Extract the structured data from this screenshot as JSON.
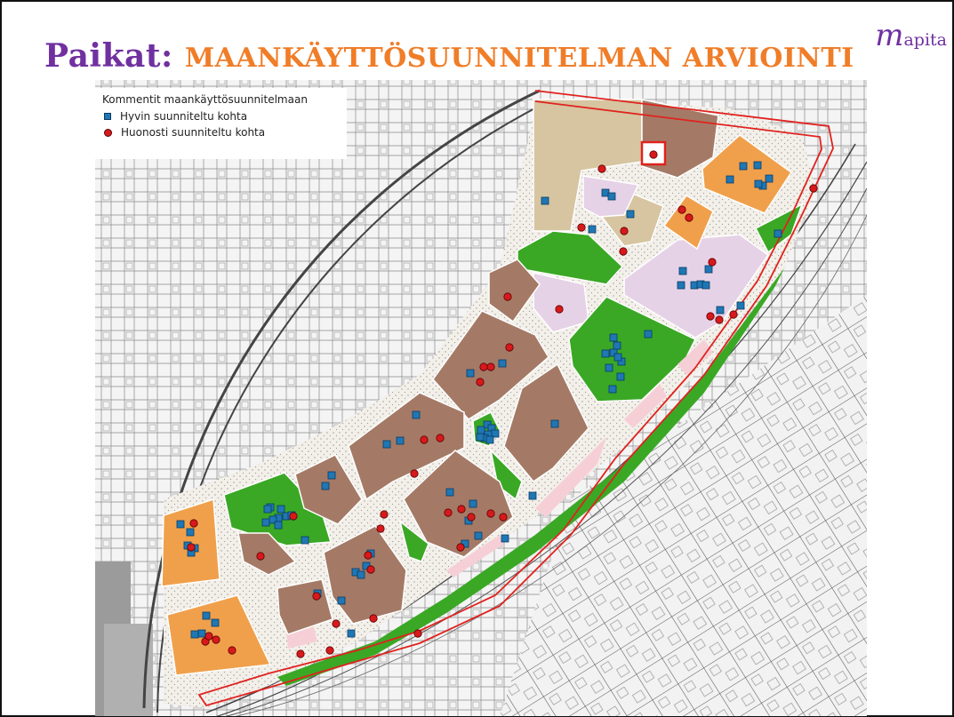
{
  "slide": {
    "title_part1": "Paikat:",
    "title_part2": "MAANKÄYTTÖSUUNNITELMAN ARVIOINTI",
    "logo_initial": "m",
    "logo_rest": "apita"
  },
  "legend": {
    "title": "Kommentit maankäyttösuunnitelmaan",
    "good": "Hyvin suunniteltu kohta",
    "bad": "Huonosti suunniteltu kohta"
  },
  "colors": {
    "purple": "#7030a0",
    "orange": "#f07d28",
    "brown": "#a47a66",
    "green": "#3aa825",
    "lilac": "#e6d2e6",
    "tan": "#d6c5a0",
    "pink": "#f6cfd6",
    "good_marker": "#1f77b4",
    "bad_marker": "#d7191c",
    "boundary": "#e0221e"
  },
  "points_good": [
    [
      611,
      224
    ],
    [
      679,
      215
    ],
    [
      686,
      219
    ],
    [
      664,
      256
    ],
    [
      707,
      239
    ],
    [
      766,
      303
    ],
    [
      764,
      319
    ],
    [
      779,
      319
    ],
    [
      795,
      301
    ],
    [
      786,
      318
    ],
    [
      792,
      319
    ],
    [
      808,
      347
    ],
    [
      831,
      342
    ],
    [
      819,
      200
    ],
    [
      834,
      185
    ],
    [
      850,
      184
    ],
    [
      856,
      207
    ],
    [
      863,
      199
    ],
    [
      851,
      205
    ],
    [
      688,
      378
    ],
    [
      692,
      387
    ],
    [
      688,
      395
    ],
    [
      697,
      405
    ],
    [
      683,
      412
    ],
    [
      687,
      436
    ],
    [
      696,
      422
    ],
    [
      727,
      374
    ],
    [
      693,
      400
    ],
    [
      679,
      396
    ],
    [
      546,
      476
    ],
    [
      551,
      480
    ],
    [
      539,
      482
    ],
    [
      547,
      487
    ],
    [
      543,
      491
    ],
    [
      555,
      486
    ],
    [
      538,
      490
    ],
    [
      549,
      493
    ],
    [
      622,
      475
    ],
    [
      563,
      407
    ],
    [
      527,
      418
    ],
    [
      466,
      465
    ],
    [
      433,
      498
    ],
    [
      448,
      494
    ],
    [
      371,
      533
    ],
    [
      364,
      545
    ],
    [
      504,
      552
    ],
    [
      530,
      565
    ],
    [
      525,
      584
    ],
    [
      521,
      610
    ],
    [
      536,
      601
    ],
    [
      597,
      556
    ],
    [
      566,
      604
    ],
    [
      302,
      569
    ],
    [
      299,
      571
    ],
    [
      314,
      571
    ],
    [
      311,
      581
    ],
    [
      305,
      583
    ],
    [
      320,
      579
    ],
    [
      326,
      578
    ],
    [
      311,
      589
    ],
    [
      297,
      586
    ],
    [
      341,
      606
    ],
    [
      415,
      621
    ],
    [
      410,
      635
    ],
    [
      398,
      642
    ],
    [
      404,
      645
    ],
    [
      355,
      666
    ],
    [
      382,
      674
    ],
    [
      201,
      588
    ],
    [
      212,
      597
    ],
    [
      209,
      612
    ],
    [
      217,
      615
    ],
    [
      213,
      620
    ],
    [
      230,
      691
    ],
    [
      225,
      711
    ],
    [
      217,
      712
    ],
    [
      240,
      699
    ],
    [
      393,
      711
    ],
    [
      873,
      261
    ]
  ],
  "points_bad": [
    [
      733,
      172
    ],
    [
      675,
      188
    ],
    [
      652,
      254
    ],
    [
      700,
      258
    ],
    [
      699,
      281
    ],
    [
      765,
      234
    ],
    [
      773,
      243
    ],
    [
      799,
      293
    ],
    [
      807,
      358
    ],
    [
      797,
      354
    ],
    [
      823,
      352
    ],
    [
      913,
      210
    ],
    [
      627,
      346
    ],
    [
      569,
      332
    ],
    [
      550,
      411
    ],
    [
      542,
      411
    ],
    [
      571,
      389
    ],
    [
      538,
      428
    ],
    [
      493,
      491
    ],
    [
      475,
      493
    ],
    [
      464,
      531
    ],
    [
      430,
      577
    ],
    [
      426,
      593
    ],
    [
      517,
      571
    ],
    [
      528,
      580
    ],
    [
      550,
      576
    ],
    [
      502,
      575
    ],
    [
      564,
      580
    ],
    [
      516,
      614
    ],
    [
      328,
      579
    ],
    [
      291,
      624
    ],
    [
      412,
      623
    ],
    [
      415,
      639
    ],
    [
      354,
      669
    ],
    [
      376,
      700
    ],
    [
      336,
      734
    ],
    [
      369,
      730
    ],
    [
      418,
      694
    ],
    [
      468,
      711
    ],
    [
      216,
      587
    ],
    [
      229,
      720
    ],
    [
      241,
      718
    ],
    [
      259,
      730
    ],
    [
      233,
      714
    ],
    [
      213,
      614
    ]
  ]
}
